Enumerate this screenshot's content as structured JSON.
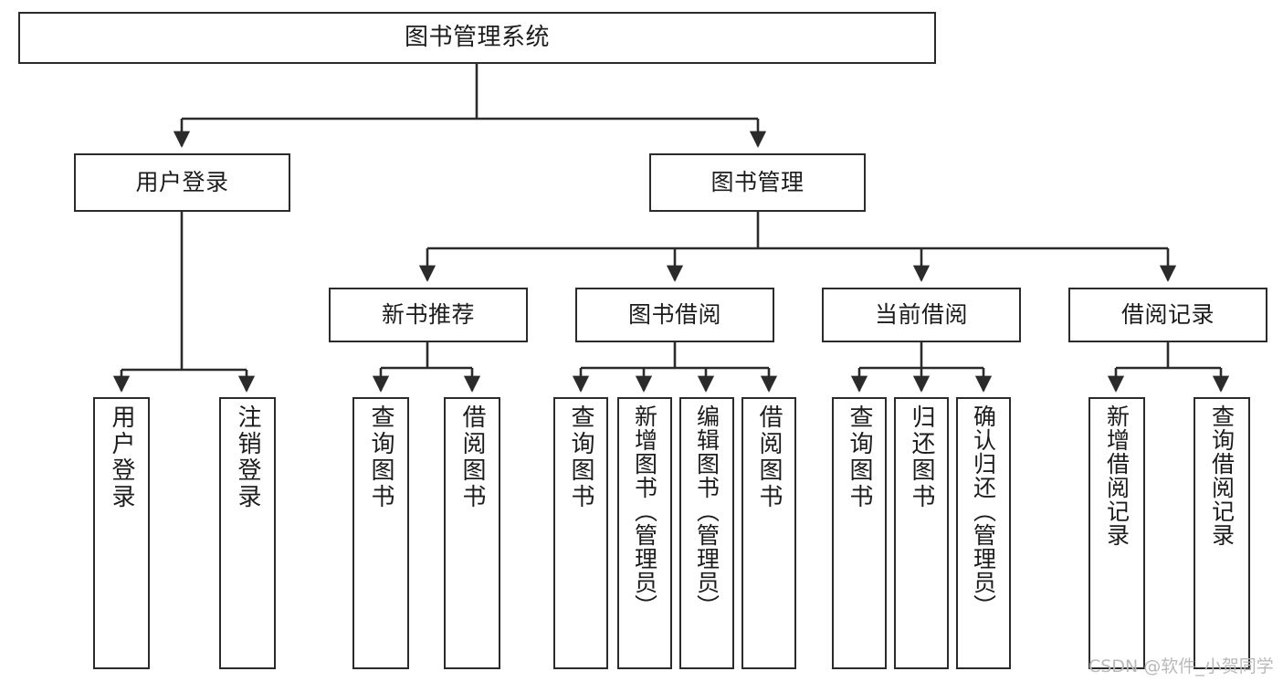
{
  "diagram": {
    "title": "图书管理系统",
    "type": "hierarchy-tree",
    "colors": {
      "box_border": "#2b2b2b",
      "box_fill": "#ffffff",
      "edge": "#2b2b2b",
      "text": "#1c1c1c",
      "watermark": "#b9b9b9",
      "background": "#ffffff"
    },
    "levels": {
      "root": {
        "label": "图书管理系统"
      },
      "level2": [
        {
          "label": "用户登录"
        },
        {
          "label": "图书管理"
        }
      ],
      "level3": [
        {
          "label": "新书推荐"
        },
        {
          "label": "图书借阅"
        },
        {
          "label": "当前借阅"
        },
        {
          "label": "借阅记录"
        }
      ],
      "level4": [
        {
          "label": "用户登录",
          "parent": "用户登录"
        },
        {
          "label": "注销登录",
          "parent": "用户登录"
        },
        {
          "label": "查询图书",
          "parent": "新书推荐"
        },
        {
          "label": "借阅图书",
          "parent": "新书推荐"
        },
        {
          "label": "查询图书",
          "parent": "图书借阅"
        },
        {
          "label": "新增图书（管理员）",
          "parent": "图书借阅"
        },
        {
          "label": "编辑图书（管理员）",
          "parent": "图书借阅"
        },
        {
          "label": "借阅图书",
          "parent": "图书借阅"
        },
        {
          "label": "查询图书",
          "parent": "当前借阅"
        },
        {
          "label": "归还图书",
          "parent": "当前借阅"
        },
        {
          "label": "确认归还（管理员）",
          "parent": "当前借阅"
        },
        {
          "label": "新增借阅记录",
          "parent": "借阅记录"
        },
        {
          "label": "查询借阅记录",
          "parent": "借阅记录"
        }
      ]
    }
  },
  "watermark": {
    "text": "CSDN @软件_小贺同学"
  }
}
